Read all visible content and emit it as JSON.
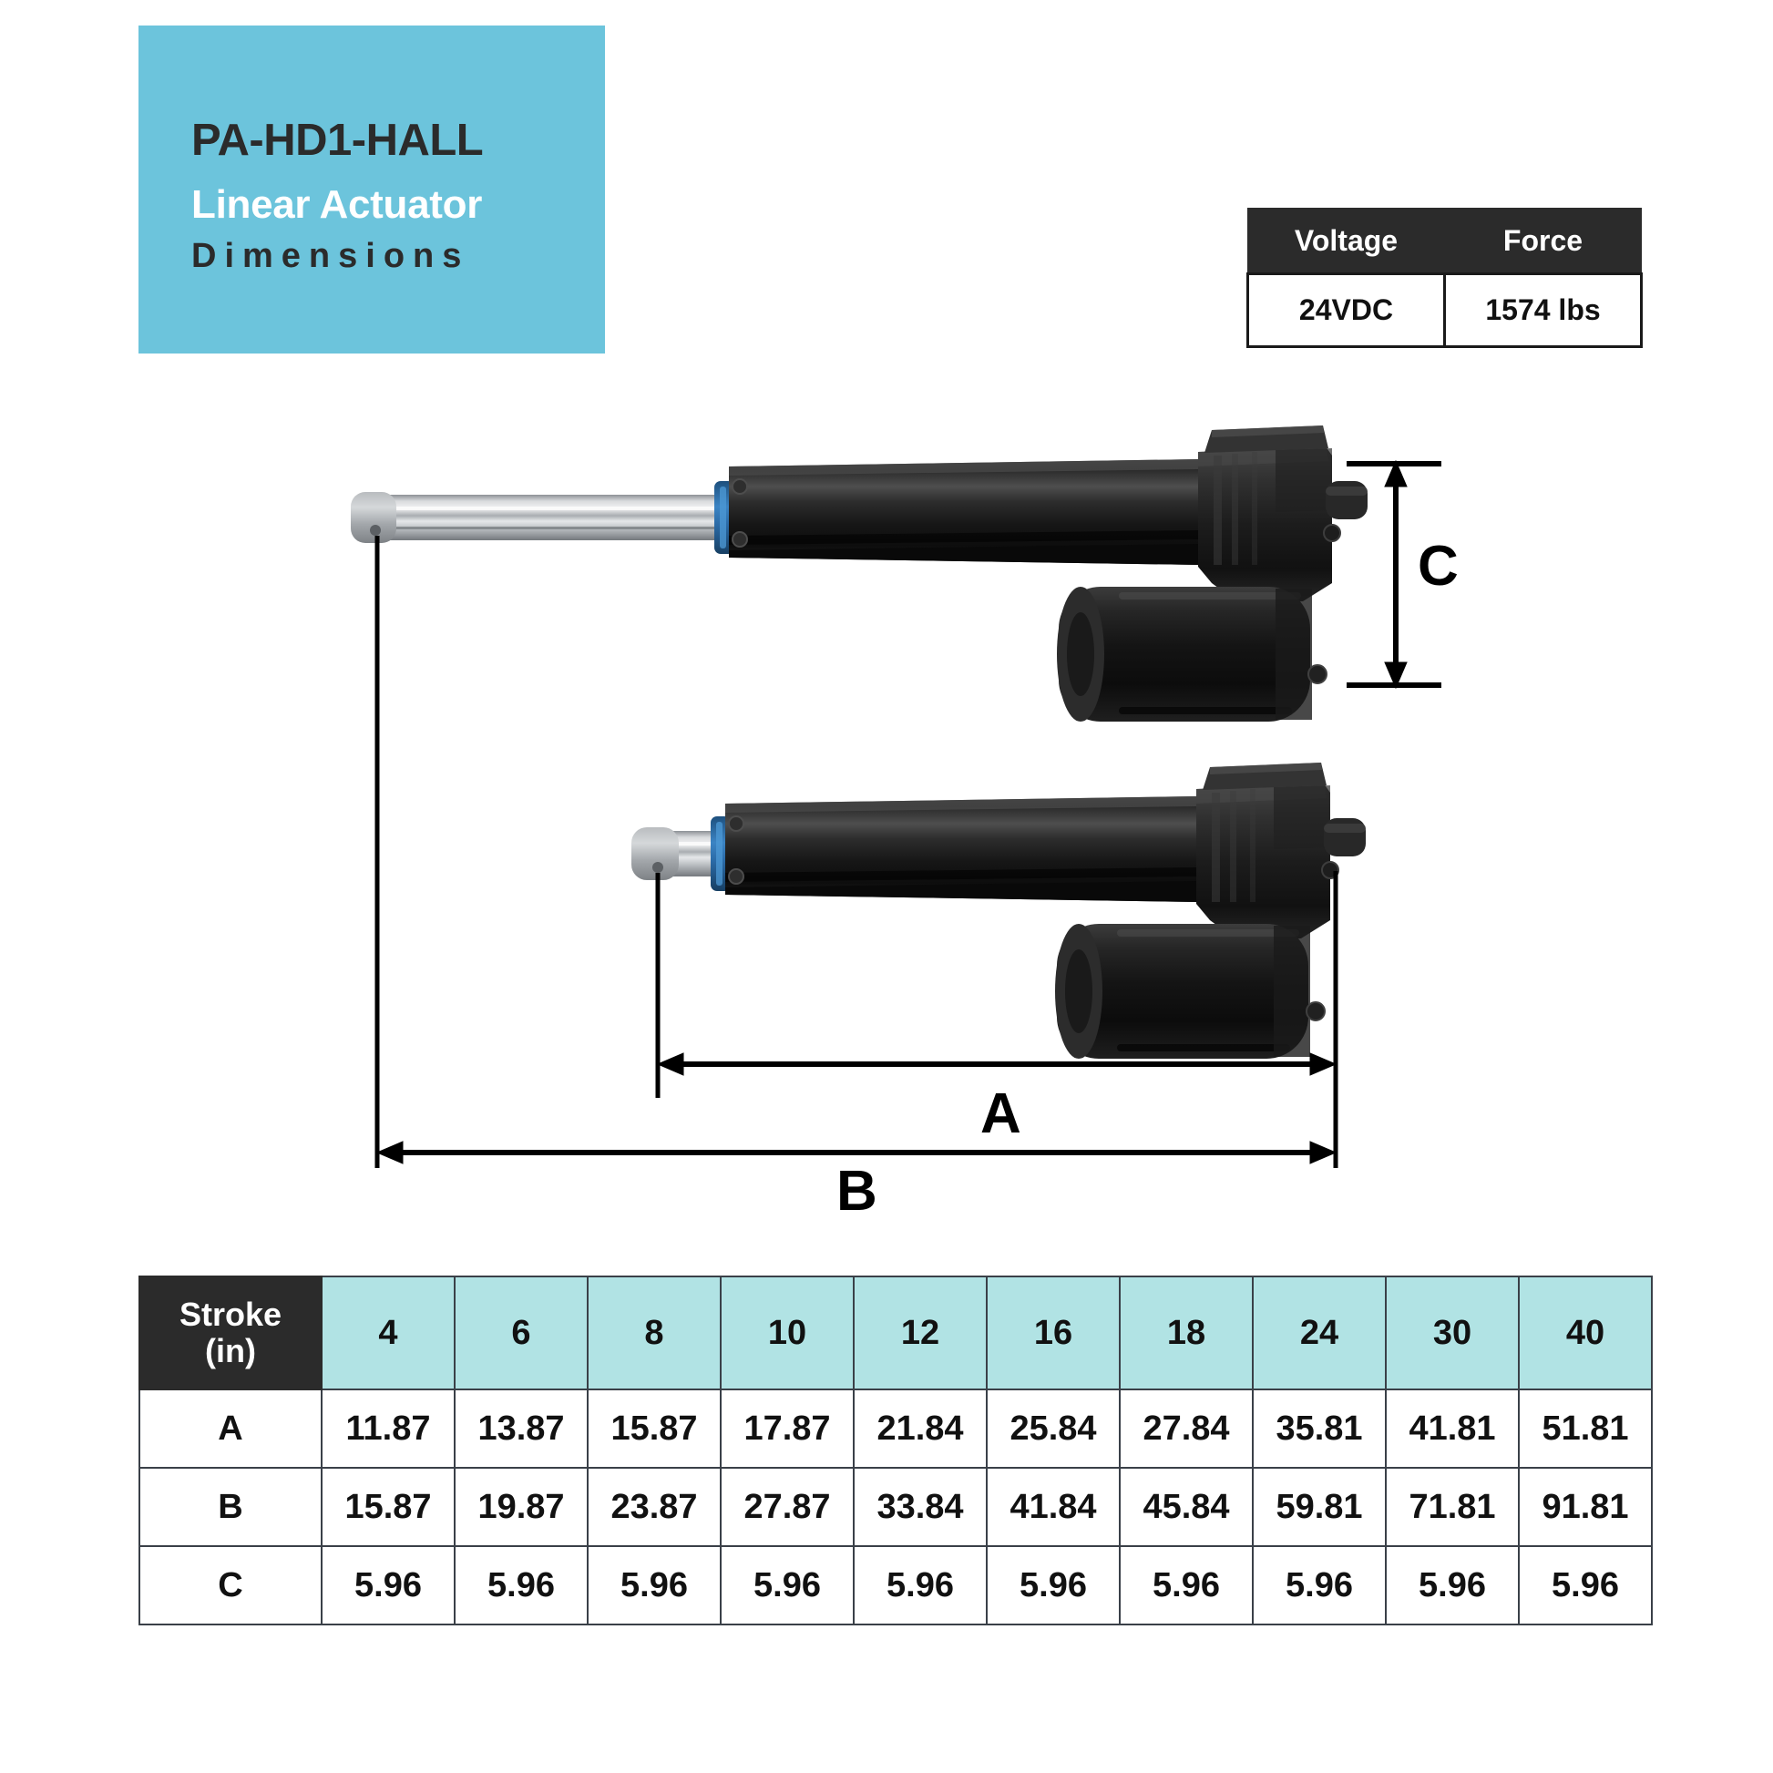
{
  "header": {
    "model": "PA-HD1-HALL",
    "product_type": "Linear Actuator",
    "subtitle": "Dimensions",
    "background_color": "#6cc4dc",
    "model_color": "#2b2b2b",
    "product_type_color": "#ffffff"
  },
  "spec_table": {
    "headers": [
      "Voltage",
      "Force"
    ],
    "values": [
      "24VDC",
      "1574 lbs"
    ],
    "header_bg": "#2b2b2b",
    "header_color": "#ffffff"
  },
  "diagram": {
    "dimension_labels": {
      "a": "A",
      "b": "B",
      "c": "C"
    },
    "parts": {
      "extended_rod": "piston-rod-extended",
      "retracted_rod": "piston-rod-retracted",
      "body": "actuator-body",
      "gearbox": "gearbox-housing",
      "motor": "dc-motor",
      "clevis": "mounting-clevis",
      "collar": "rod-collar"
    },
    "colors": {
      "body_black": "#171717",
      "chrome": "#c9cbcd",
      "collar_blue": "#2f6fa8",
      "line_black": "#000000"
    }
  },
  "stroke_table": {
    "row_label_header_line1": "Stroke",
    "row_label_header_line2": "(in)",
    "strokes": [
      "4",
      "6",
      "8",
      "10",
      "12",
      "16",
      "18",
      "24",
      "30",
      "40"
    ],
    "rows": [
      {
        "label": "A",
        "values": [
          "11.87",
          "13.87",
          "15.87",
          "17.87",
          "21.84",
          "25.84",
          "27.84",
          "35.81",
          "41.81",
          "51.81"
        ]
      },
      {
        "label": "B",
        "values": [
          "15.87",
          "19.87",
          "23.87",
          "27.87",
          "33.84",
          "41.84",
          "45.84",
          "59.81",
          "71.81",
          "91.81"
        ]
      },
      {
        "label": "C",
        "values": [
          "5.96",
          "5.96",
          "5.96",
          "5.96",
          "5.96",
          "5.96",
          "5.96",
          "5.96",
          "5.96",
          "5.96"
        ]
      }
    ],
    "header_bg": "#2b2b2b",
    "size_cell_bg": "#b1e3e4",
    "border_color": "#3a4048"
  }
}
